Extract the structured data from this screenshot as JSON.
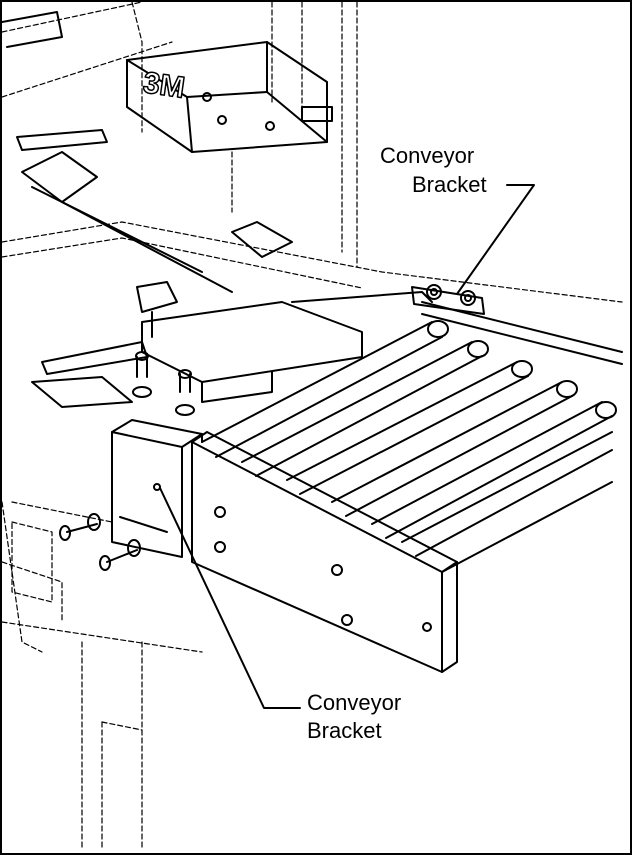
{
  "labels": {
    "top": [
      "Conveyor",
      "Bracket"
    ],
    "bottom": [
      "Conveyor",
      "Bracket"
    ]
  },
  "logo_text": "3M",
  "line_color": "#000000",
  "background": "#ffffff"
}
